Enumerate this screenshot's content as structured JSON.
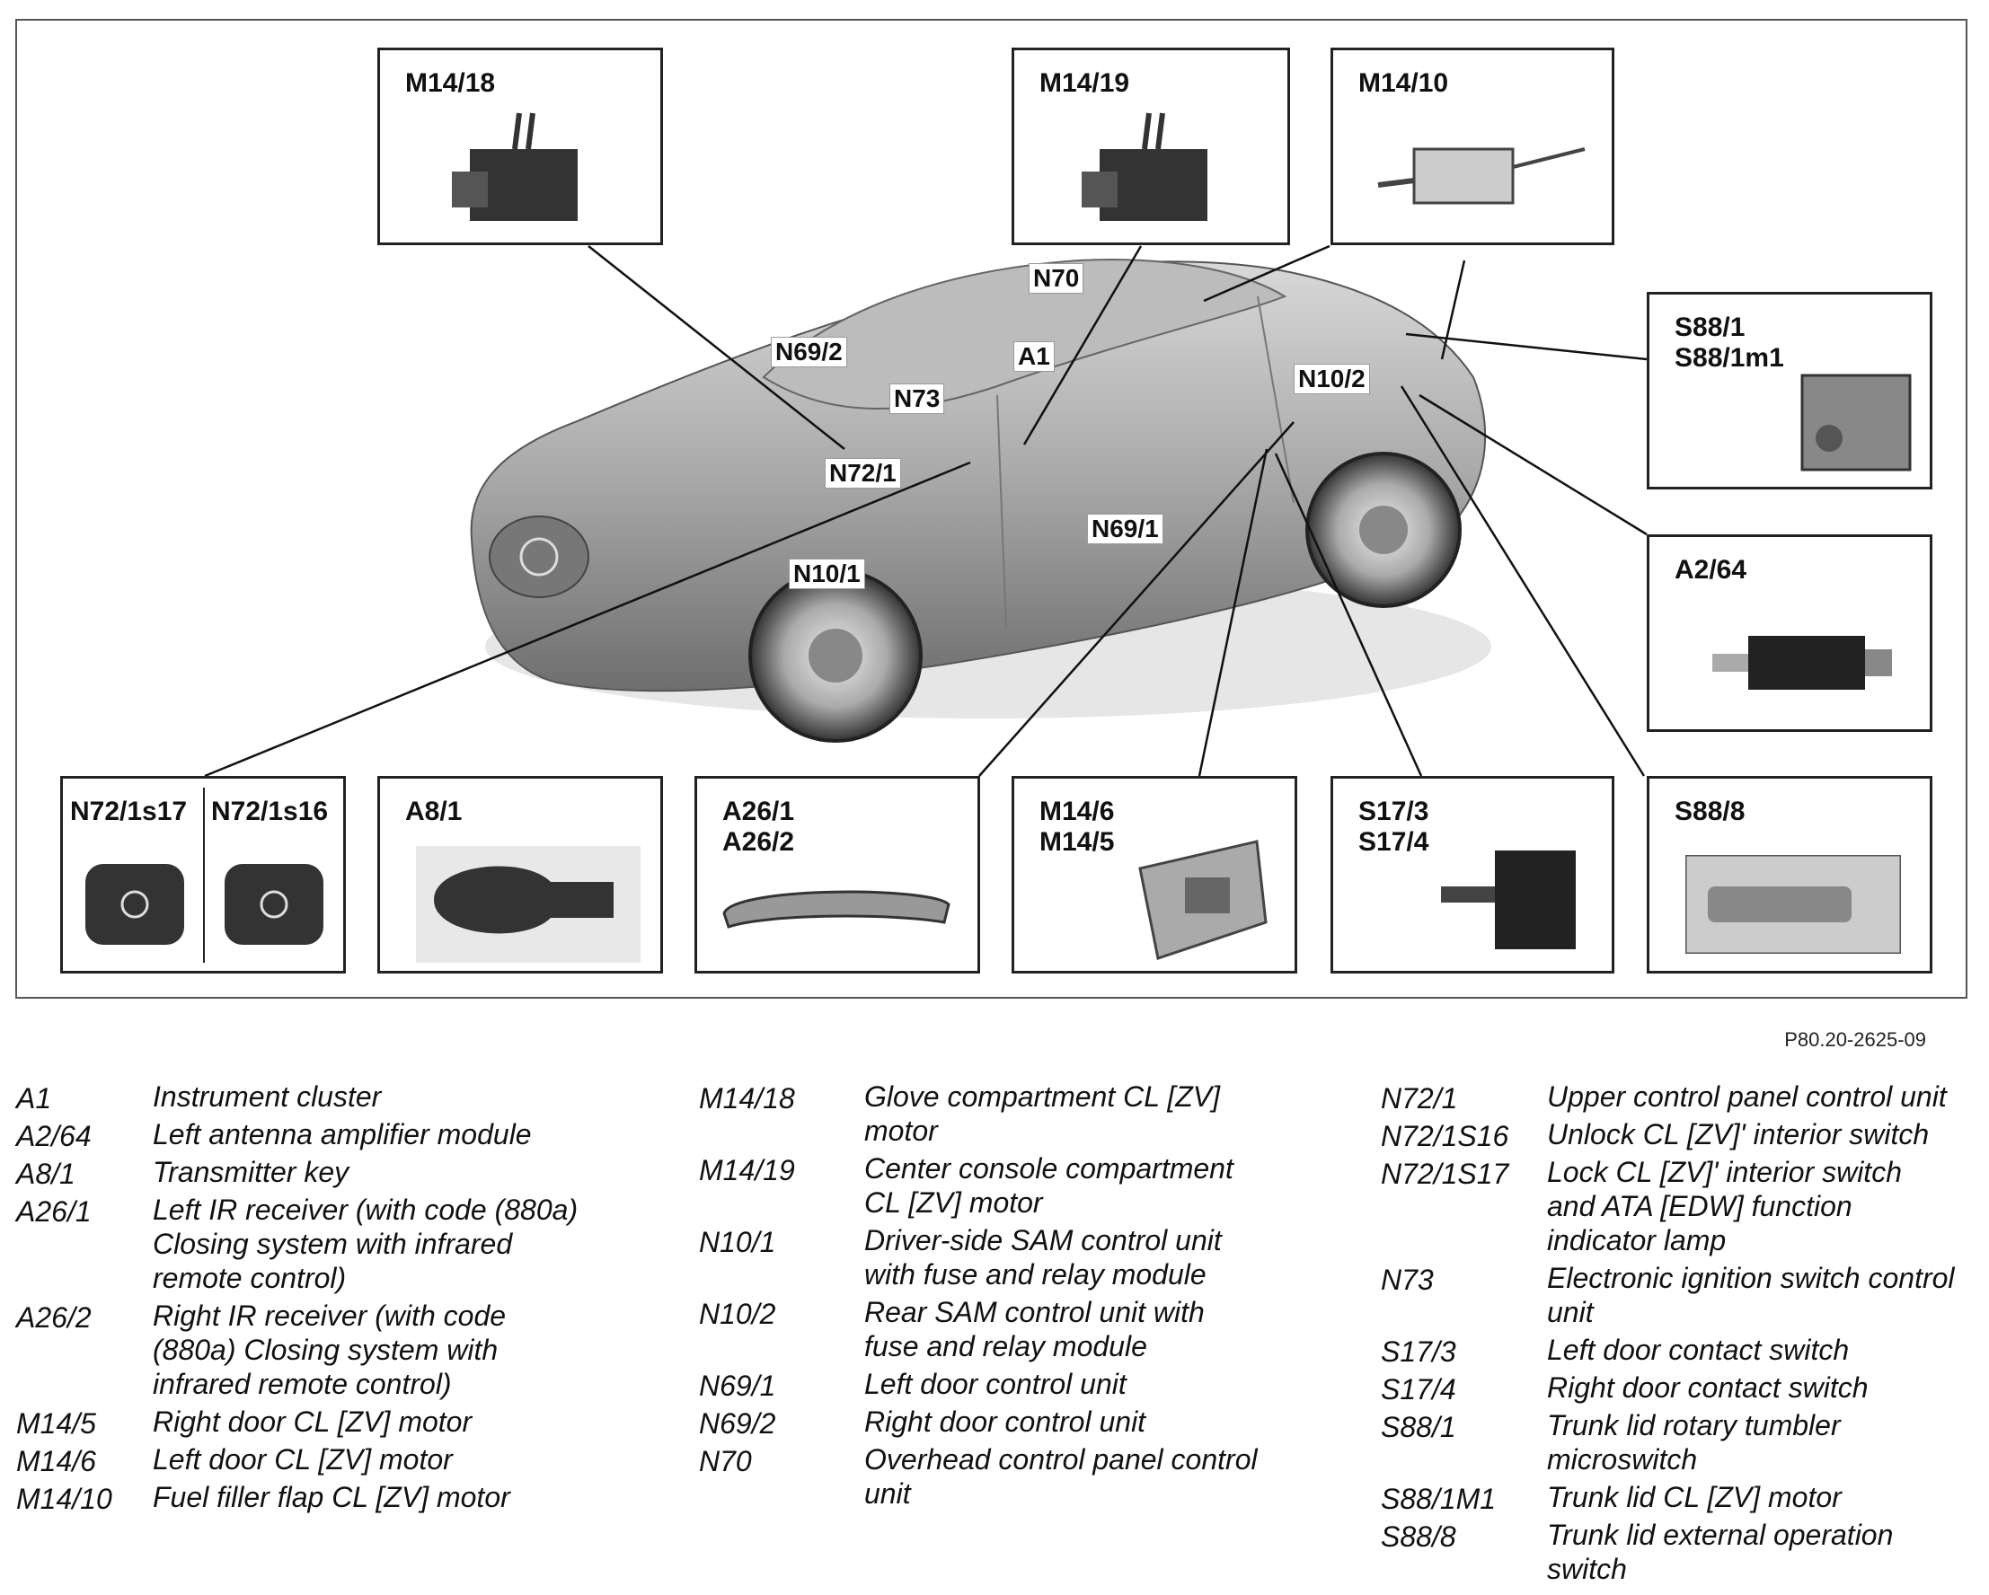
{
  "figure_ref": "P80.20-2625-09",
  "component_boxes": [
    {
      "id": "m1418",
      "label": "M14/18",
      "icon": "actuator-motor-photo"
    },
    {
      "id": "m1419",
      "label": "M14/19",
      "icon": "actuator-motor-photo"
    },
    {
      "id": "m1410",
      "label": "M14/10",
      "icon": "fuel-flap-motor-photo"
    },
    {
      "id": "s881",
      "label": "S88/1\nS88/1m1",
      "icon": "trunk-lock-photo"
    },
    {
      "id": "a264",
      "label": "A2/64",
      "icon": "antenna-module-photo"
    },
    {
      "id": "n72s17",
      "label": "N72/1s17",
      "icon": "lock-switch-photo"
    },
    {
      "id": "n72s16",
      "label": "N72/1s16",
      "icon": "unlock-switch-photo"
    },
    {
      "id": "a81",
      "label": "A8/1",
      "icon": "key-fob-photo"
    },
    {
      "id": "a261",
      "label": "A26/1\nA26/2",
      "icon": "door-handle-photo"
    },
    {
      "id": "m146",
      "label": "M14/6\nM14/5",
      "icon": "door-lock-motor-photo"
    },
    {
      "id": "s173",
      "label": "S17/3\nS17/4",
      "icon": "contact-switch-photo"
    },
    {
      "id": "s888",
      "label": "S88/8",
      "icon": "trunk-switch-photo"
    }
  ],
  "car_callouts": [
    "N70",
    "N69/2",
    "A1",
    "N73",
    "N10/2",
    "N72/1",
    "N69/1",
    "N10/1"
  ],
  "legend": {
    "col1": [
      {
        "code": "A1",
        "desc": "Instrument cluster"
      },
      {
        "code": "A2/64",
        "desc": "Left antenna amplifier module"
      },
      {
        "code": "A8/1",
        "desc": "Transmitter key"
      },
      {
        "code": "A26/1",
        "desc": "Left IR receiver (with code (880a)\nClosing system with infrared\nremote control)"
      },
      {
        "code": "A26/2",
        "desc": "Right IR receiver (with code\n(880a) Closing system with\ninfrared remote control)"
      },
      {
        "code": "M14/5",
        "desc": "Right door CL [ZV] motor"
      },
      {
        "code": "M14/6",
        "desc": "Left door CL [ZV] motor"
      },
      {
        "code": "M14/10",
        "desc": "Fuel filler flap CL [ZV] motor"
      }
    ],
    "col2": [
      {
        "code": "M14/18",
        "desc": "Glove compartment CL [ZV]\nmotor"
      },
      {
        "code": "M14/19",
        "desc": "Center console compartment\nCL [ZV] motor"
      },
      {
        "code": "N10/1",
        "desc": "Driver-side SAM control unit\nwith fuse and relay module"
      },
      {
        "code": "N10/2",
        "desc": "Rear SAM control unit with\nfuse and relay module"
      },
      {
        "code": "N69/1",
        "desc": "Left door control unit"
      },
      {
        "code": "N69/2",
        "desc": "Right door control unit"
      },
      {
        "code": "N70",
        "desc": "Overhead control panel control\nunit"
      }
    ],
    "col3": [
      {
        "code": "N72/1",
        "desc": "Upper control panel control unit"
      },
      {
        "code": "N72/1S16",
        "desc": "Unlock CL [ZV]' interior switch"
      },
      {
        "code": "N72/1S17",
        "desc": "Lock CL [ZV]' interior switch\nand ATA [EDW] function\nindicator lamp"
      },
      {
        "code": "N73",
        "desc": "Electronic ignition switch control\nunit"
      },
      {
        "code": "S17/3",
        "desc": "Left door contact switch"
      },
      {
        "code": "S17/4",
        "desc": "Right door contact switch"
      },
      {
        "code": "S88/1",
        "desc": "Trunk lid rotary tumbler\nmicroswitch"
      },
      {
        "code": "S88/1M1",
        "desc": "Trunk lid CL [ZV] motor"
      },
      {
        "code": "S88/8",
        "desc": "Trunk lid external operation\nswitch"
      }
    ]
  }
}
